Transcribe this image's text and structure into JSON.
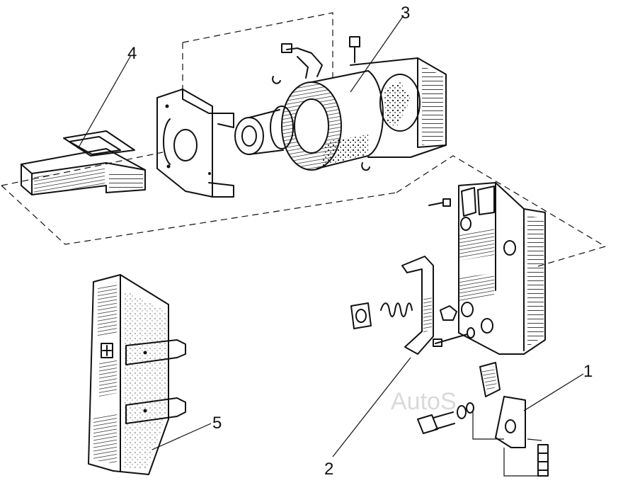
{
  "diagram": {
    "callouts": [
      {
        "id": "c1",
        "text": "1"
      },
      {
        "id": "c2",
        "text": "2"
      },
      {
        "id": "c3",
        "text": "3"
      },
      {
        "id": "c4",
        "text": "4"
      },
      {
        "id": "c5",
        "text": "5"
      }
    ],
    "watermark": "AutoS"
  }
}
